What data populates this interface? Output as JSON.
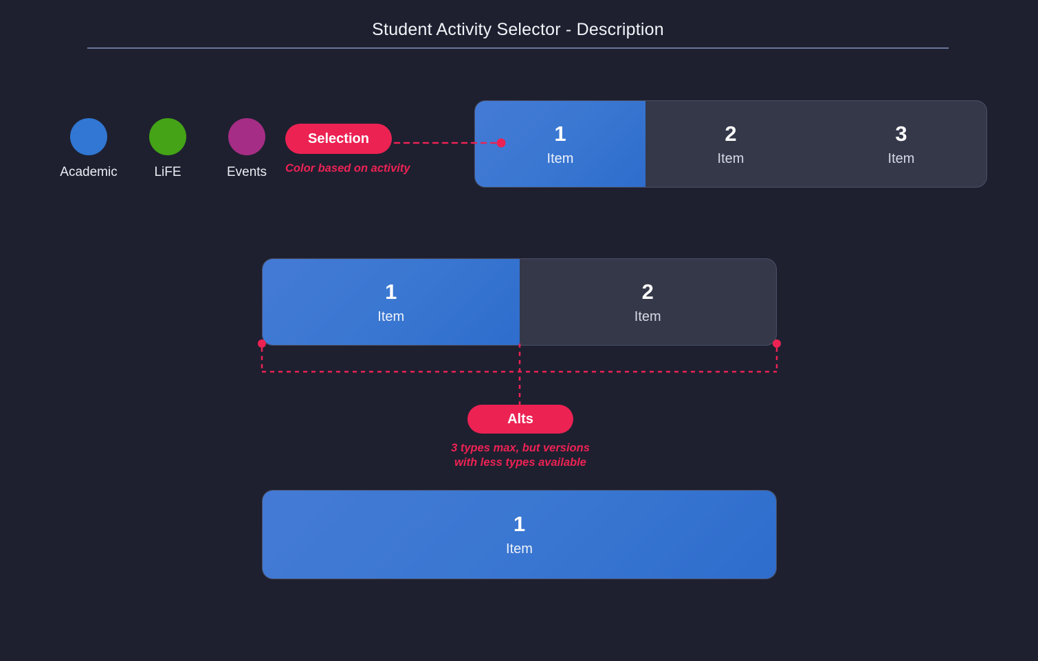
{
  "header": {
    "title": "Student Activity Selector - Description"
  },
  "legend": {
    "items": [
      {
        "label": "Academic",
        "color": "#3177d3",
        "icon": "circle-swatch-icon"
      },
      {
        "label": "LiFE",
        "color": "#44a316",
        "icon": "circle-swatch-icon"
      },
      {
        "label": "Events",
        "color": "#a62d85",
        "icon": "circle-swatch-icon"
      }
    ]
  },
  "callouts": {
    "selection": {
      "pill_label": "Selection",
      "note": "Color based on activity",
      "color": "#ec2253"
    },
    "alts": {
      "pill_label": "Alts",
      "note": "3 types max, but versions with less types available",
      "color": "#ec2253"
    }
  },
  "selectors": {
    "three_item": {
      "name": "three-segment-selector",
      "segments": [
        {
          "number": "1",
          "label": "Item",
          "selected": true
        },
        {
          "number": "2",
          "label": "Item",
          "selected": false
        },
        {
          "number": "3",
          "label": "Item",
          "selected": false
        }
      ]
    },
    "two_item": {
      "name": "two-segment-selector",
      "segments": [
        {
          "number": "1",
          "label": "Item",
          "selected": true
        },
        {
          "number": "2",
          "label": "Item",
          "selected": false
        }
      ]
    },
    "one_item": {
      "name": "one-segment-selector",
      "segments": [
        {
          "number": "1",
          "label": "Item",
          "selected": true
        }
      ]
    }
  },
  "theme": {
    "background": "#1e2030",
    "track": "#343849",
    "track_border": "#4b5168",
    "selected_blue": "#3b78d2",
    "accent_pink": "#ec2253",
    "rule": "#6b7799",
    "text": "#f2f3f7"
  }
}
